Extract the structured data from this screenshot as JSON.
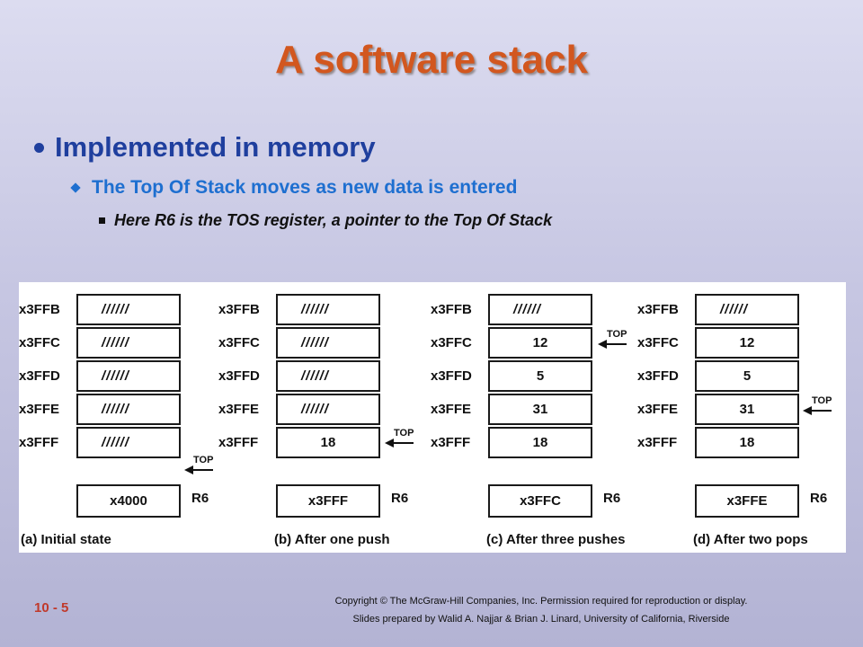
{
  "title": "A software stack",
  "bullet1": "Implemented in memory",
  "bullet2": "The Top Of Stack moves as new data is entered",
  "bullet3": "Here R6 is the TOS register, a pointer to the Top Of Stack",
  "figure": {
    "addresses": [
      "x3FFB",
      "x3FFC",
      "x3FFD",
      "x3FFE",
      "x3FFF"
    ],
    "top_label": "TOP",
    "reg_label": "R6",
    "panels": [
      {
        "cells": [
          "//////",
          "//////",
          "//////",
          "//////",
          "//////"
        ],
        "register": "x4000",
        "caption": "(a) Initial state"
      },
      {
        "cells": [
          "//////",
          "//////",
          "//////",
          "//////",
          "18"
        ],
        "register": "x3FFF",
        "caption": "(b) After one push"
      },
      {
        "cells": [
          "//////",
          "12",
          "5",
          "31",
          "18"
        ],
        "register": "x3FFC",
        "caption": "(c) After three pushes"
      },
      {
        "cells": [
          "//////",
          "12",
          "5",
          "31",
          "18"
        ],
        "register": "x3FFE",
        "caption": "(d) After two pops"
      }
    ]
  },
  "footer": {
    "slide_number": "10 - 5",
    "copyright": "Copyright © The McGraw-Hill Companies, Inc. Permission required for reproduction or display.",
    "credit": "Slides prepared by Walid A. Najjar & Brian J. Linard, University of California, Riverside"
  }
}
